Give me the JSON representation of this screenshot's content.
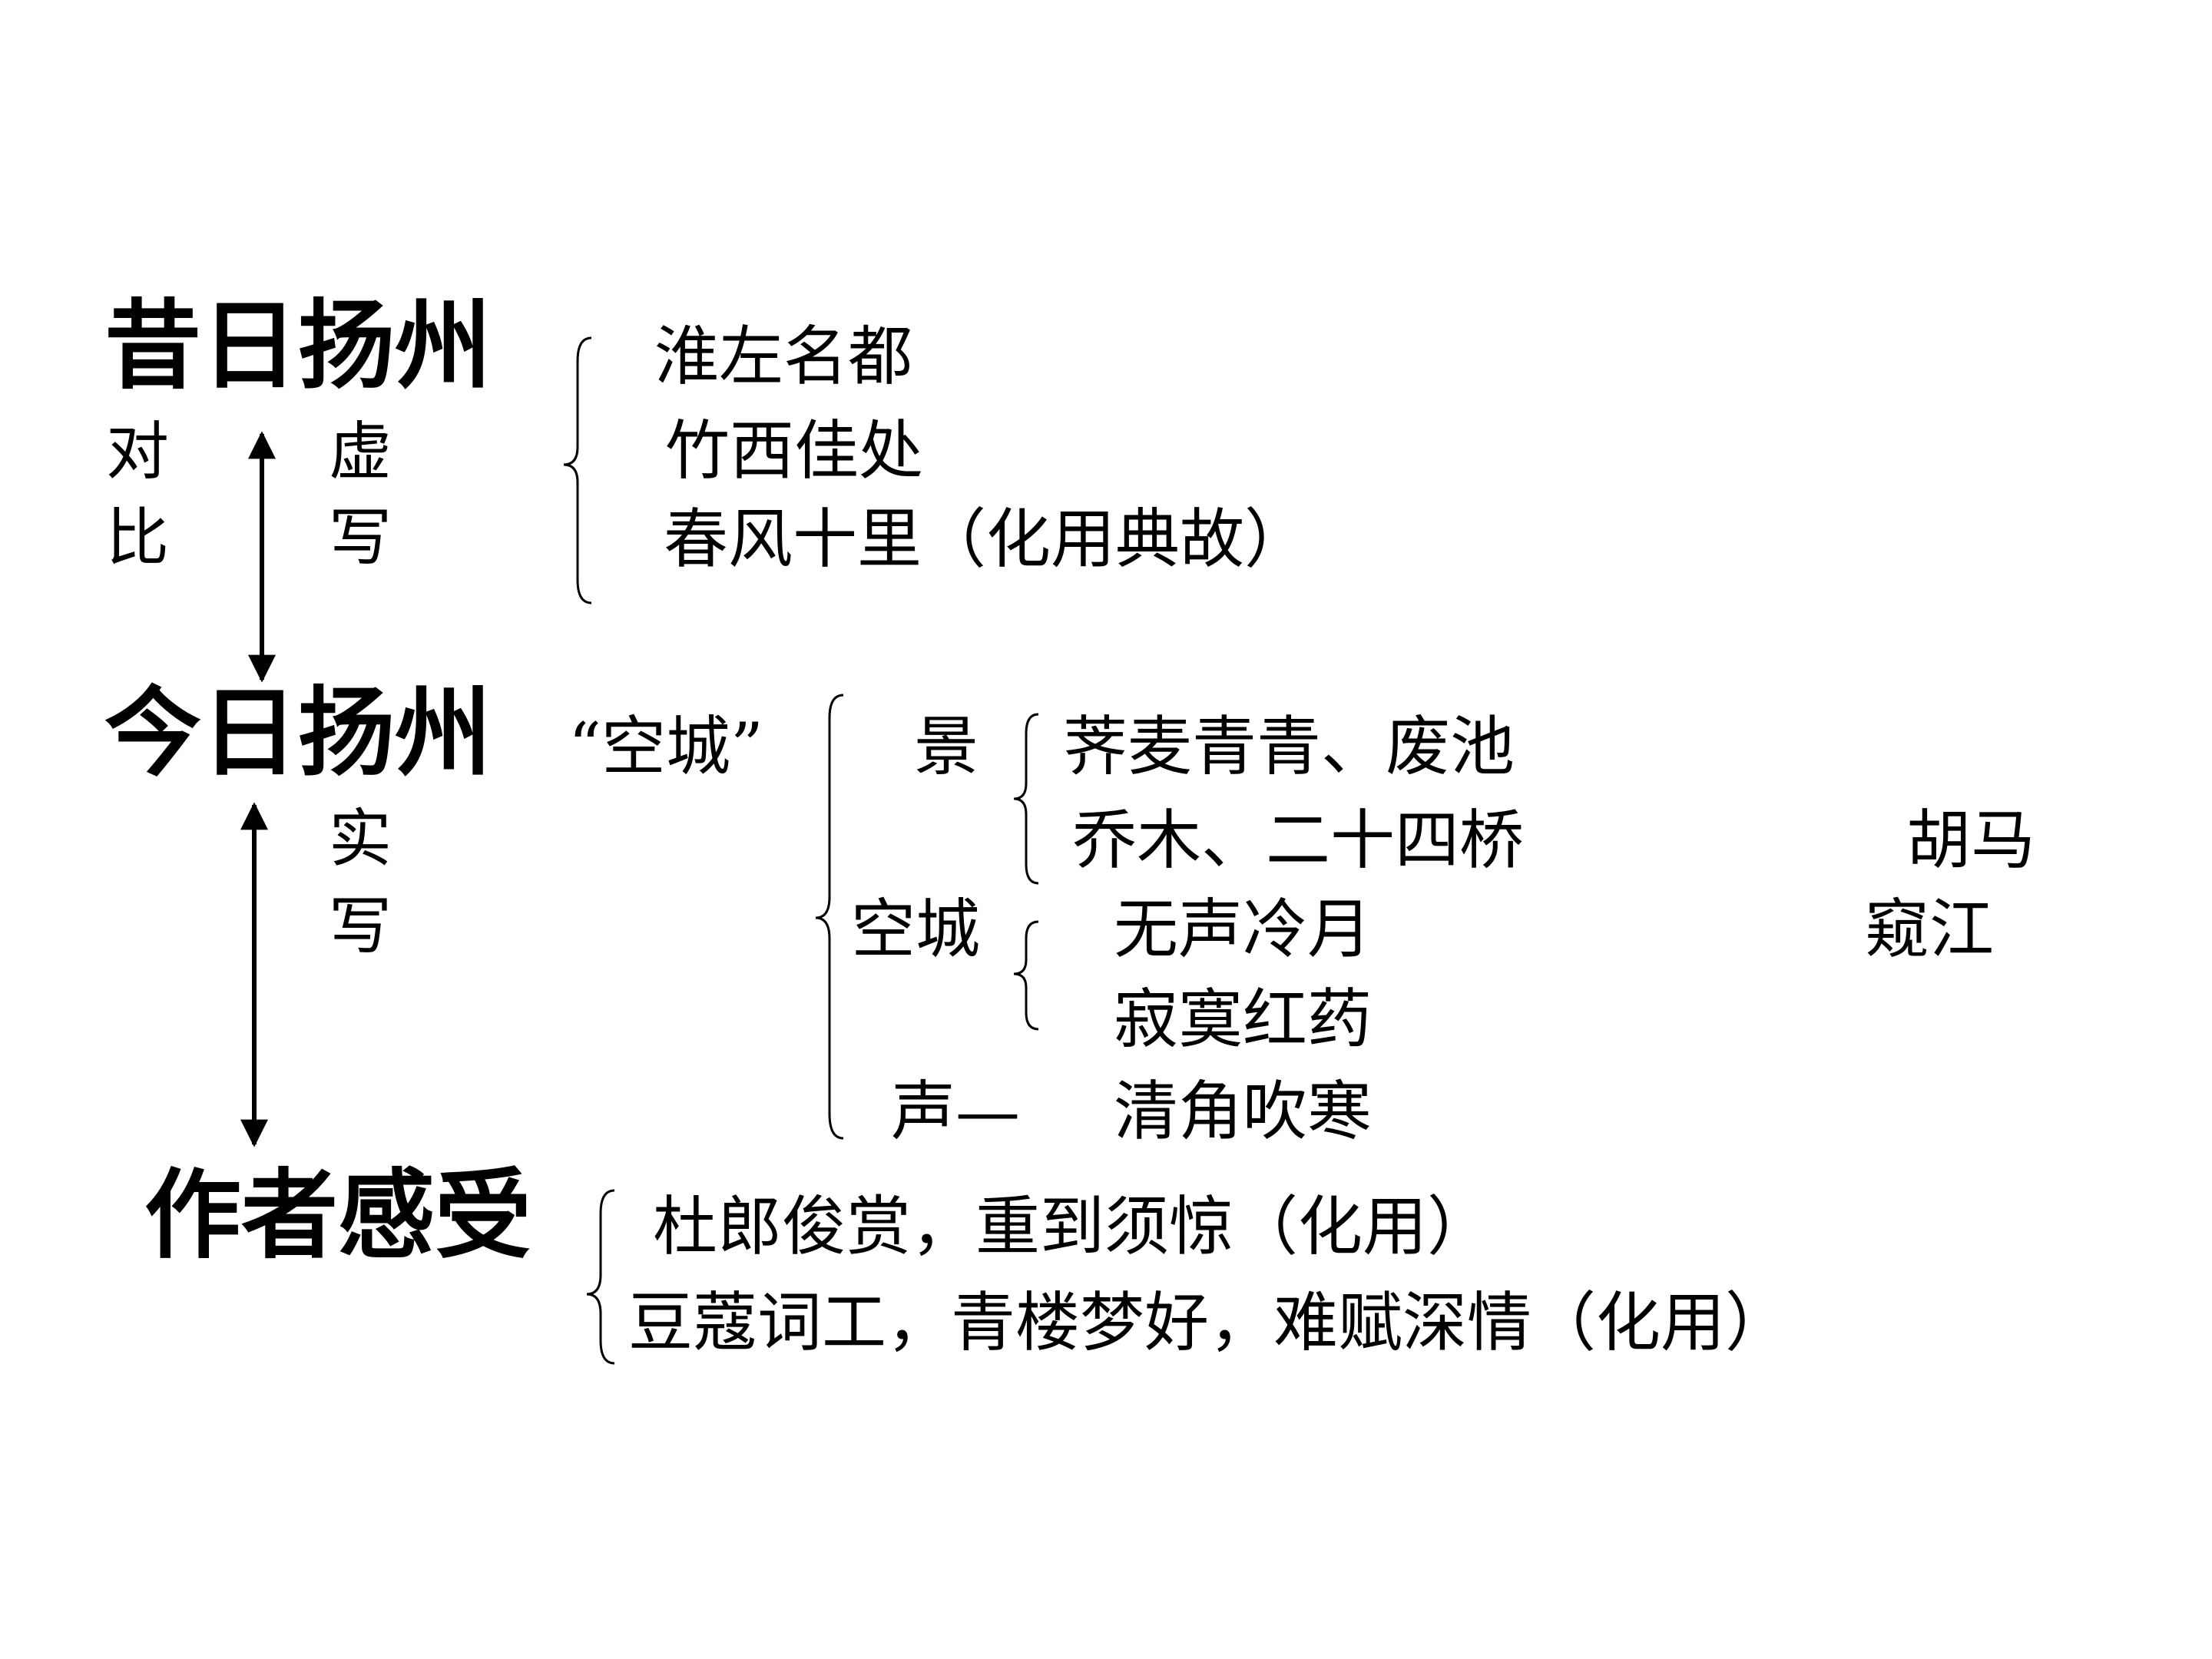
{
  "sections": {
    "past": {
      "heading": "昔日扬州",
      "contrast_chars": [
        "对",
        "比"
      ],
      "mode_chars": [
        "虚",
        "写"
      ],
      "items": [
        "淮左名都",
        "竹西佳处",
        "春风十里（化用典故）"
      ]
    },
    "present": {
      "heading": "今日扬州",
      "mode_chars": [
        "实",
        "写"
      ],
      "tag": "“空城”",
      "branches": {
        "scene_label": "景",
        "empty_city_label": "空城",
        "sound_label": "声—",
        "scene_items": [
          "荠麦青青、废池",
          "乔木、二十四桥"
        ],
        "empty_city_items": [
          "无声冷月",
          "寂寞红药"
        ],
        "sound_items": [
          "清角吹寒"
        ],
        "side_notes": [
          "胡马",
          "窥江"
        ]
      }
    },
    "feeling": {
      "heading": "作者感受",
      "items": [
        "杜郎俊赏，重到须惊（化用）",
        "豆蔻词工，青楼梦好，难赋深情（化用）"
      ]
    }
  },
  "colors": {
    "text": "#000000",
    "background": "#ffffff"
  }
}
